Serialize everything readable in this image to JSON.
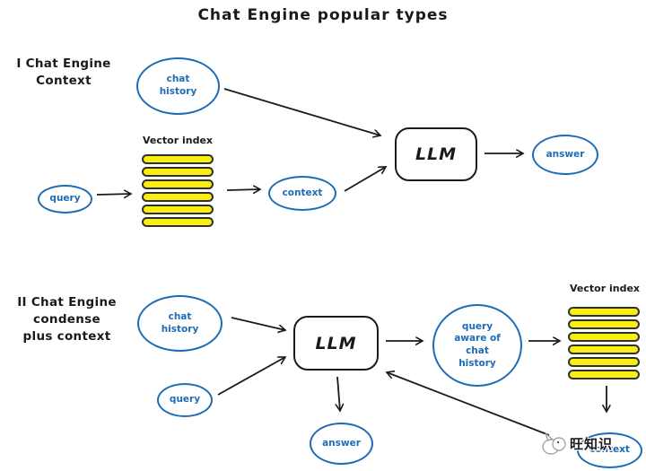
{
  "title": "Chat Engine popular types",
  "colors": {
    "blue": "#1e6cb5",
    "yellow": "#f8ee11",
    "ink": "#1a1a1a"
  },
  "section1": {
    "label": "I Chat Engine\nContext",
    "chat_history": "chat\nhistory",
    "vector_index": {
      "label": "Vector index",
      "bar_count": 6
    },
    "query": "query",
    "context": "context",
    "llm": "LLM",
    "answer": "answer"
  },
  "section2": {
    "label": "II Chat Engine\ncondense\nplus context",
    "chat_history": "chat\nhistory",
    "query": "query",
    "llm": "LLM",
    "answer": "answer",
    "query_aware": "query\naware of\nchat\nhistory",
    "vector_index": {
      "label": "Vector index",
      "bar_count": 6
    },
    "context": "context"
  },
  "watermark": {
    "text": "旺知识"
  }
}
